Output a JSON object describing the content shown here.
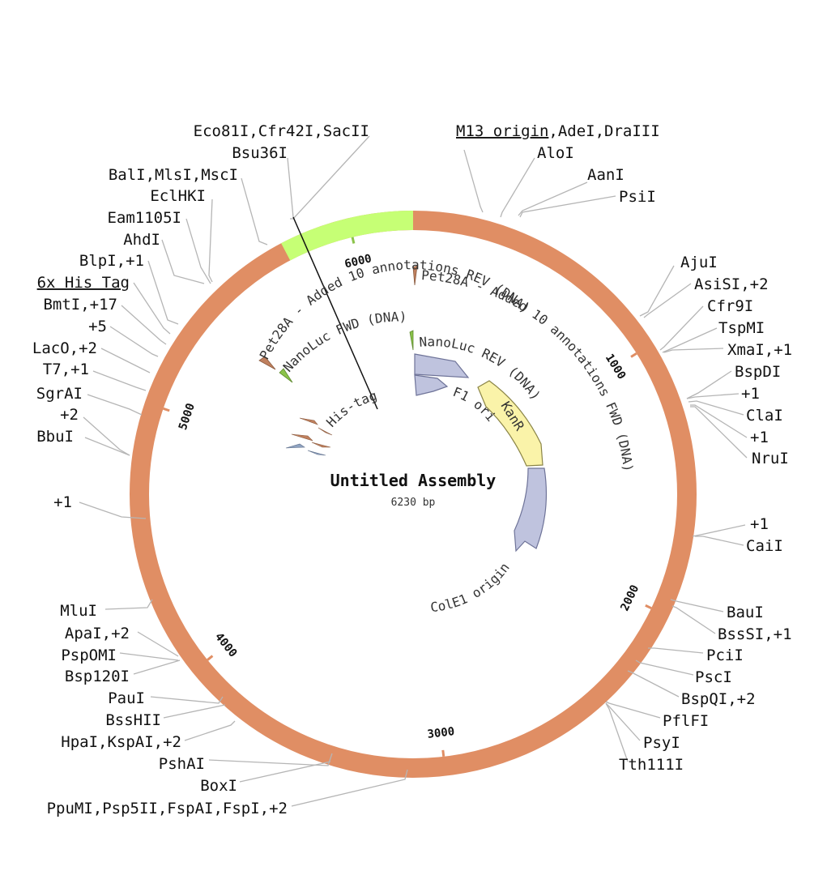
{
  "plasmid": {
    "name": "Untitled Assembly",
    "length_label": "6230 bp",
    "length": 6230,
    "backbone_color": "#E08E64",
    "insert_color": "#C6FF75",
    "insert_range": [
      5750,
      6230
    ],
    "ticks": [
      {
        "pos": 1000,
        "label": "1000"
      },
      {
        "pos": 2000,
        "label": "2000"
      },
      {
        "pos": 3000,
        "label": "3000"
      },
      {
        "pos": 4000,
        "label": "4000"
      },
      {
        "pos": 5000,
        "label": "5000"
      },
      {
        "pos": 6000,
        "label": "6000"
      }
    ]
  },
  "enzymes": [
    {
      "label": "Eco81I,Cfr42I,SacII"
    },
    {
      "label": "Bsu36I"
    },
    {
      "label": "BalI,MlsI,MscI"
    },
    {
      "label": "EclHKI"
    },
    {
      "label": "Eam1105I"
    },
    {
      "label": "AhdI"
    },
    {
      "label": "BlpI,+1"
    },
    {
      "label": "6x His Tag"
    },
    {
      "label": "BmtI,+17"
    },
    {
      "label": "+5"
    },
    {
      "label": "LacO,+2"
    },
    {
      "label": "T7,+1"
    },
    {
      "label": "SgrAI"
    },
    {
      "label": "+2"
    },
    {
      "label": "BbuI"
    },
    {
      "label": "+1"
    },
    {
      "label": "MluI"
    },
    {
      "label": "ApaI,+2"
    },
    {
      "label": "PspOMI"
    },
    {
      "label": "Bsp120I"
    },
    {
      "label": "PauI"
    },
    {
      "label": "BssHII"
    },
    {
      "label": "HpaI,KspAI,+2"
    },
    {
      "label": "PshAI"
    },
    {
      "label": "BoxI"
    },
    {
      "label": "PpuMI,Psp5II,FspAI,FspI,+2"
    },
    {
      "label": "M13 origin,AdeI,DraIII"
    },
    {
      "label": "AloI"
    },
    {
      "label": "AanI"
    },
    {
      "label": "PsiI"
    },
    {
      "label": "AjuI"
    },
    {
      "label": "AsiSI,+2"
    },
    {
      "label": "Cfr9I"
    },
    {
      "label": "TspMI"
    },
    {
      "label": "XmaI,+1"
    },
    {
      "label": "BspDI"
    },
    {
      "label": "+1"
    },
    {
      "label": "ClaI"
    },
    {
      "label": "+1"
    },
    {
      "label": "NruI"
    },
    {
      "label": "+1"
    },
    {
      "label": "CaiI"
    },
    {
      "label": "BauI"
    },
    {
      "label": "BssSI,+1"
    },
    {
      "label": "PciI"
    },
    {
      "label": "PscI"
    },
    {
      "label": "BspQI,+2"
    },
    {
      "label": "PflFI"
    },
    {
      "label": "PsyI"
    },
    {
      "label": "Tth111I"
    }
  ],
  "annotations": [
    {
      "label": "Pet28A - Added 10 annotations REV (DNA)"
    },
    {
      "label": "Pet28A - Added 10 annotations FWD (DNA)"
    },
    {
      "label": "NanoLuc FWD (DNA)"
    },
    {
      "label": "NanoLuc REV (DNA)"
    },
    {
      "label": "His-tag"
    },
    {
      "label": "F1 ori"
    },
    {
      "label": "KanR"
    },
    {
      "label": "ColE1 origin"
    }
  ],
  "feature_colors": {
    "primer_brown": "#C0805E",
    "primer_green": "#8BC34A",
    "feature_blue": "#BFC3DE",
    "kanr_yellow": "#FAF3A9",
    "his_tag_blue": "#8EA2C0"
  }
}
